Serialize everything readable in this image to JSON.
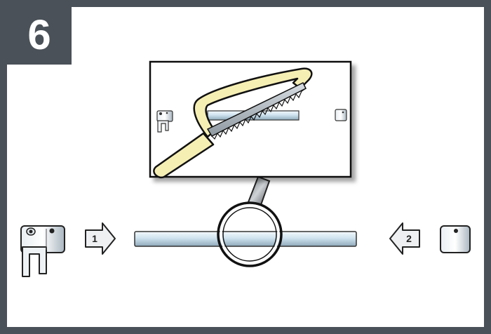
{
  "step": {
    "number": "6"
  },
  "arrows": {
    "left_label": "1",
    "right_label": "2"
  },
  "colors": {
    "frame": "#4a5158",
    "saw_frame": "#f6efb4",
    "rod": "#cfe3ef",
    "background": "#ffffff"
  },
  "icons": {
    "saw": "hacksaw-icon",
    "magnifier": "magnifier-icon",
    "left_fitting": "ceiling-clamp-fitting-icon",
    "right_fitting": "end-cap-fitting-icon"
  }
}
